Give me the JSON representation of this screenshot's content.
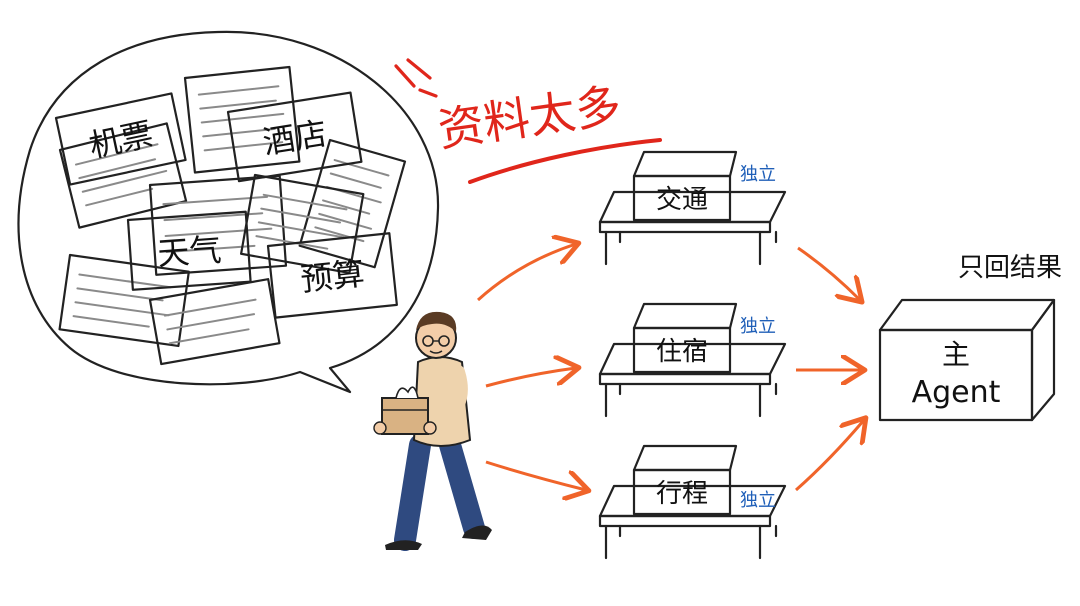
{
  "headline": "资料太多",
  "bubble_labels": {
    "ticket": "机票",
    "hotel": "酒店",
    "weather": "天气",
    "budget": "预算"
  },
  "subtasks": [
    {
      "name": "交通",
      "tag": "独立"
    },
    {
      "name": "住宿",
      "tag": "独立"
    },
    {
      "name": "行程",
      "tag": "独立"
    }
  ],
  "main_agent": {
    "caption": "只回结果",
    "line1": "主",
    "line2": "Agent"
  },
  "colors": {
    "headline_red": "#e0261b",
    "arrow_orange": "#f0642a",
    "tag_blue": "#1f5fb8",
    "ink": "#222222"
  }
}
